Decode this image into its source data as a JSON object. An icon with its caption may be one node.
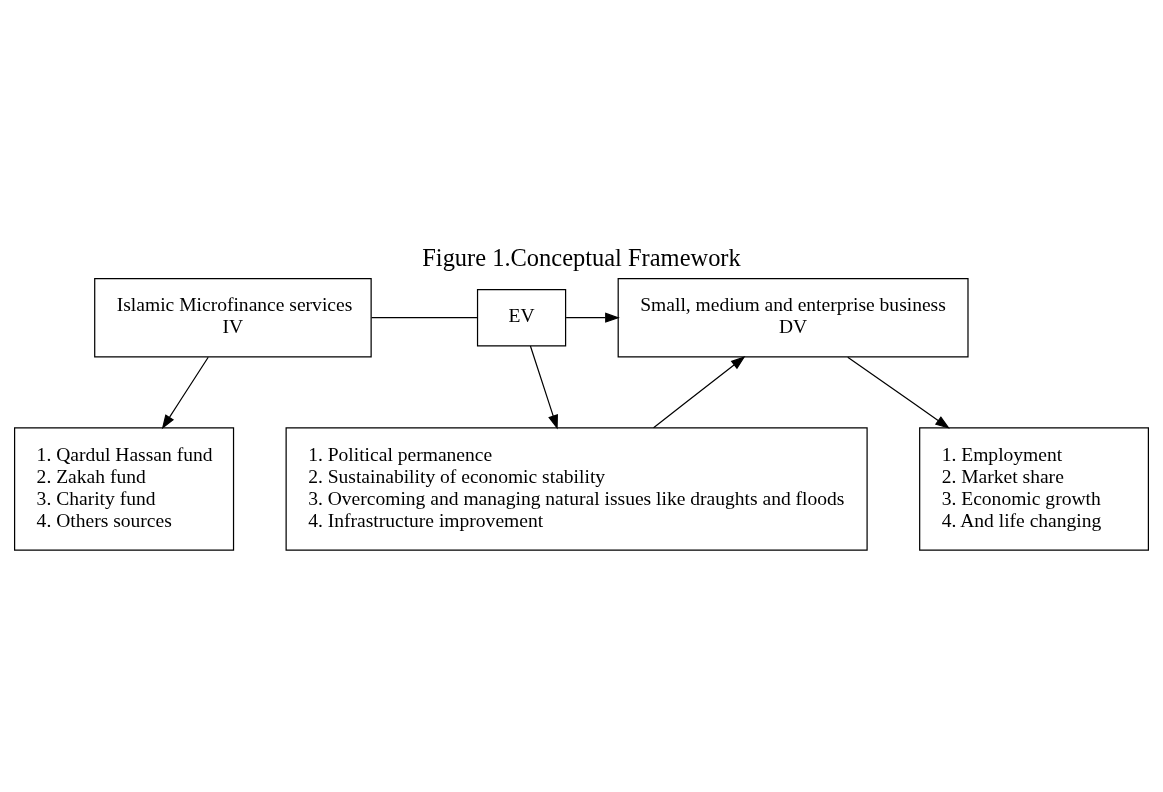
{
  "diagram": {
    "title": "Figure 1.Conceptual Framework",
    "nodes": [
      {
        "text": [
          "Islamic Microfinance services",
          "IV"
        ]
      },
      {
        "text": [
          "EV"
        ]
      },
      {
        "text": [
          "Small, medium and enterprise business",
          "DV"
        ]
      },
      {
        "text": [
          "1. Qardul Hassan fund",
          "2. Zakah fund",
          "3. Charity fund",
          "4. Others sources"
        ]
      },
      {
        "text": [
          "1. Political permanence",
          "2. Sustainability of economic stability",
          "3. Overcoming and managing natural issues like draughts and floods",
          "4. Infrastructure improvement"
        ]
      },
      {
        "text": [
          "1. Employment",
          "2. Market share",
          "3. Economic growth",
          "4. And life changing"
        ]
      }
    ],
    "edges": [
      {
        "from": 0,
        "to": 1,
        "arrow": "none"
      },
      {
        "from": 1,
        "to": 2,
        "arrow": "to"
      },
      {
        "from": 0,
        "to": 3,
        "arrow": "to"
      },
      {
        "from": 1,
        "to": 4,
        "arrow": "to"
      },
      {
        "from": 4,
        "to": 2,
        "arrow": "to"
      },
      {
        "from": 2,
        "to": 5,
        "arrow": "to"
      }
    ]
  }
}
